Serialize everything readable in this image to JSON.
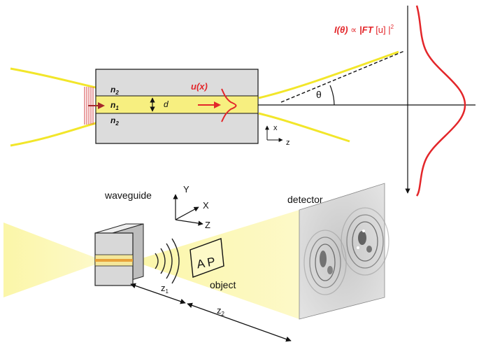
{
  "top": {
    "layer_top": "n",
    "layer_top_sub": "2",
    "layer_core": "n",
    "layer_core_sub": "1",
    "layer_bottom": "n",
    "layer_bottom_sub": "2",
    "thickness_label": "d",
    "field_label": "u(x)",
    "angle_label": "θ",
    "intensity_I": "I(θ)",
    "intensity_prop": " ∝ ",
    "intensity_FT": "|FT",
    "intensity_u": " [u] |",
    "intensity_exp": "2",
    "axis_x": "x",
    "axis_z": "z"
  },
  "bottom": {
    "waveguide_label": "waveguide",
    "detector_label": "detector",
    "object_label": "object",
    "object_text": "A P",
    "axis_y": "Y",
    "axis_x": "X",
    "axis_z": "Z",
    "z1_label": "z",
    "z1_sub": "1",
    "z2_label": "z",
    "z2_sub": "2"
  },
  "colors": {
    "beam_yellow": "#f2e62a",
    "core_yellow": "#f7ef80",
    "cladding_gray": "#dcdcdc",
    "field_red": "#e3262a",
    "label_red": "#e3262a"
  }
}
